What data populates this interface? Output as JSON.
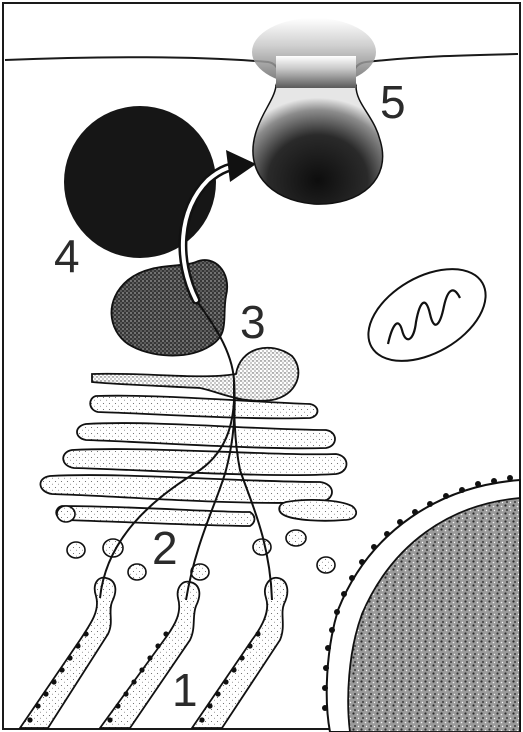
{
  "labels": {
    "one": "1",
    "two": "2",
    "three": "3",
    "four": "4",
    "five": "5"
  },
  "colors": {
    "ink": "#1a1a1a",
    "dark_vesicle": "#161616",
    "stipple": "#8a8a8a",
    "paper": "#ffffff"
  },
  "icons": [
    "arrow-icon",
    "mitochondrion-icon"
  ]
}
